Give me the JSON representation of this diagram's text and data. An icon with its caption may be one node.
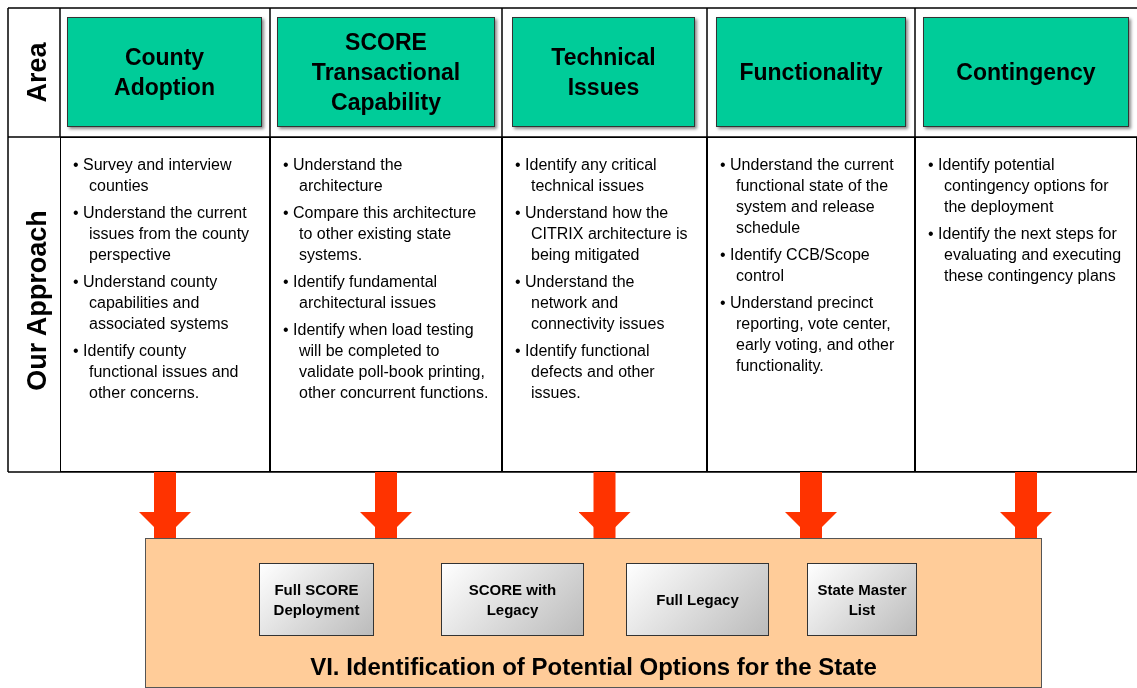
{
  "diagram": {
    "nodes": [
      {
        "text": [
          "County Adoption"
        ]
      },
      {
        "text": [
          "SCORE Transactional Capability"
        ]
      },
      {
        "text": [
          "Technical Issues"
        ]
      },
      {
        "text": [
          "Functionality"
        ]
      },
      {
        "text": [
          "Contingency"
        ]
      },
      {
        "text": [
          "• Survey and interview counties",
          "• Understand the current issues from the county perspective",
          "• Understand county capabilities and associated systems",
          "• Identify county functional issues and other concerns."
        ]
      },
      {
        "text": [
          "• Understand the architecture",
          "• Compare this architecture to other existing state systems.",
          "• Identify fundamental architectural issues",
          "• Identify when load testing will be completed to validate poll-book printing, other concurrent functions."
        ]
      },
      {
        "text": [
          "• Identify any critical technical issues",
          "• Understand how the CITRIX architecture is being mitigated",
          "• Understand the network and connectivity issues",
          "• Identify functional defects and other issues."
        ]
      },
      {
        "text": [
          "• Understand the current functional state of the system and release schedule",
          "• Identify CCB/Scope control",
          "• Understand precinct reporting, vote center, early voting, and other functionality."
        ]
      },
      {
        "text": [
          "• Identify potential contingency options for the deployment",
          "• Identify the next steps for evaluating and executing these contingency plans"
        ]
      },
      {
        "text": [
          "VI. Identification of Potential Options for the State"
        ]
      },
      {
        "text": [
          "Full SCORE Deployment"
        ],
        "in": 10
      },
      {
        "text": [
          "SCORE with Legacy"
        ],
        "in": 10
      },
      {
        "text": [
          "Full Legacy"
        ],
        "in": 10
      },
      {
        "text": [
          "State Master List"
        ],
        "in": 10
      }
    ],
    "edges": [
      {
        "from": 5,
        "to": 10,
        "arrow": "to"
      },
      {
        "from": 6,
        "to": 10,
        "arrow": "to"
      },
      {
        "from": 7,
        "to": 10,
        "arrow": "to"
      },
      {
        "from": 8,
        "to": 10,
        "arrow": "to"
      },
      {
        "from": 9,
        "to": 10,
        "arrow": "to"
      }
    ],
    "labels": [
      "Area",
      "Our Approach"
    ]
  }
}
